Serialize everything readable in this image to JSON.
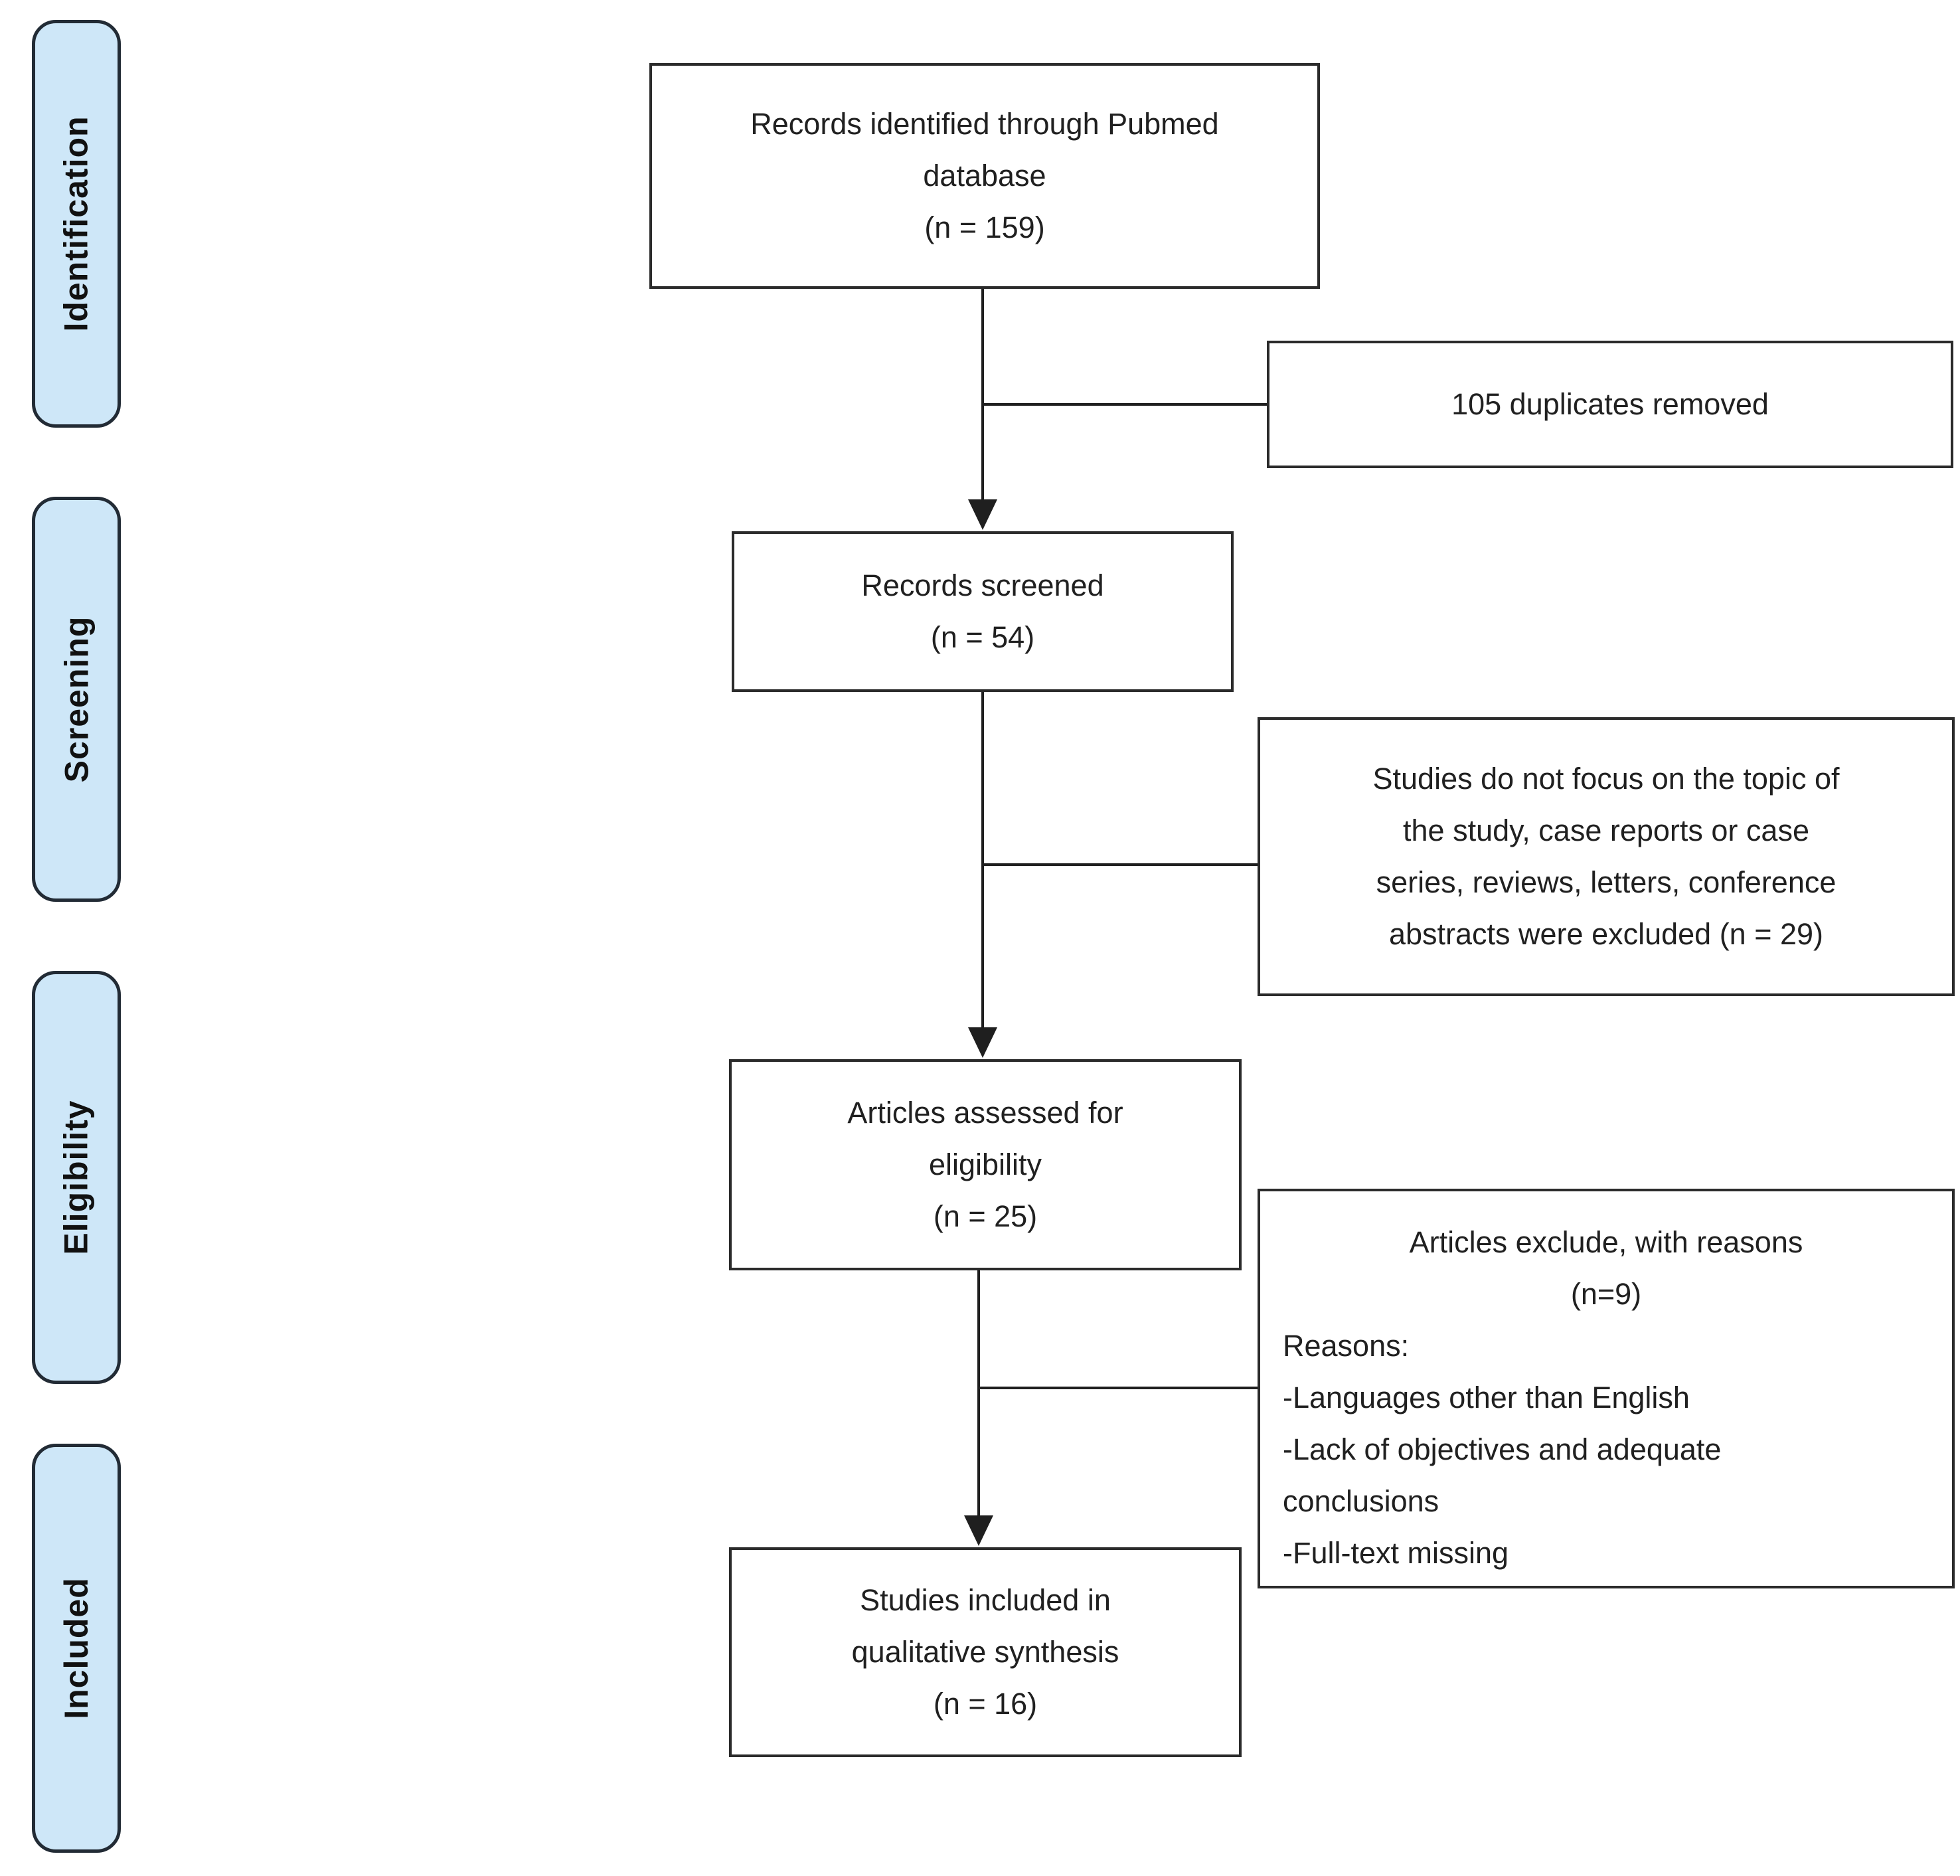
{
  "palette": {
    "background": "#ffffff",
    "stage_fill": "#cee7f8",
    "stage_border": "#222b35",
    "node_border": "#2b2b2b",
    "connector": "#1f1f1f",
    "text": "#202020"
  },
  "stages": [
    {
      "label": "Identification"
    },
    {
      "label": "Screening"
    },
    {
      "label": "Eligibility"
    },
    {
      "label": "Included"
    }
  ],
  "nodes": {
    "records_identified": {
      "lines": [
        "Records identified through Pubmed",
        "database",
        "(n = 159)"
      ]
    },
    "duplicates_removed": {
      "lines": [
        "105 duplicates removed"
      ]
    },
    "records_screened": {
      "lines": [
        "Records screened",
        "(n = 54)"
      ]
    },
    "screening_excluded": {
      "lines": [
        "Studies do not focus on the topic of",
        "the study, case reports or case",
        "series, reviews, letters, conference",
        "abstracts were excluded (n = 29)"
      ]
    },
    "articles_assessed": {
      "lines": [
        "Articles assessed for",
        "eligibility",
        "(n = 25)"
      ]
    },
    "articles_excluded": {
      "centered_lines": [
        "Articles exclude, with reasons",
        "(n=9)"
      ],
      "left_lines": [
        "Reasons:",
        "-Languages other than English",
        "-Lack of objectives and adequate",
        "conclusions",
        "-Full-text missing"
      ]
    },
    "studies_included": {
      "lines": [
        "Studies included in",
        "qualitative synthesis",
        "(n = 16)"
      ]
    }
  }
}
